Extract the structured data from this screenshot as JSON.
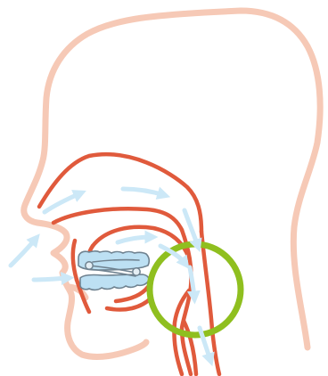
{
  "colors": {
    "background": "#ffffff",
    "head_outline": "#f6c9b6",
    "airway": "#e05a3c",
    "airflow_arrows": "#cce8f7",
    "mouthguard_fill": "#bde0f3",
    "mouthguard_stroke": "#6f8290",
    "highlight_ring": "#8fbf1f"
  },
  "parts": {
    "head": "head-profile-outline",
    "airway": "upper-airway-path",
    "tongue": "tongue-outline",
    "appliance": "oral-mouthguard-appliance",
    "ring": "throat-focus-ring",
    "arrows": "airflow-arrows"
  }
}
